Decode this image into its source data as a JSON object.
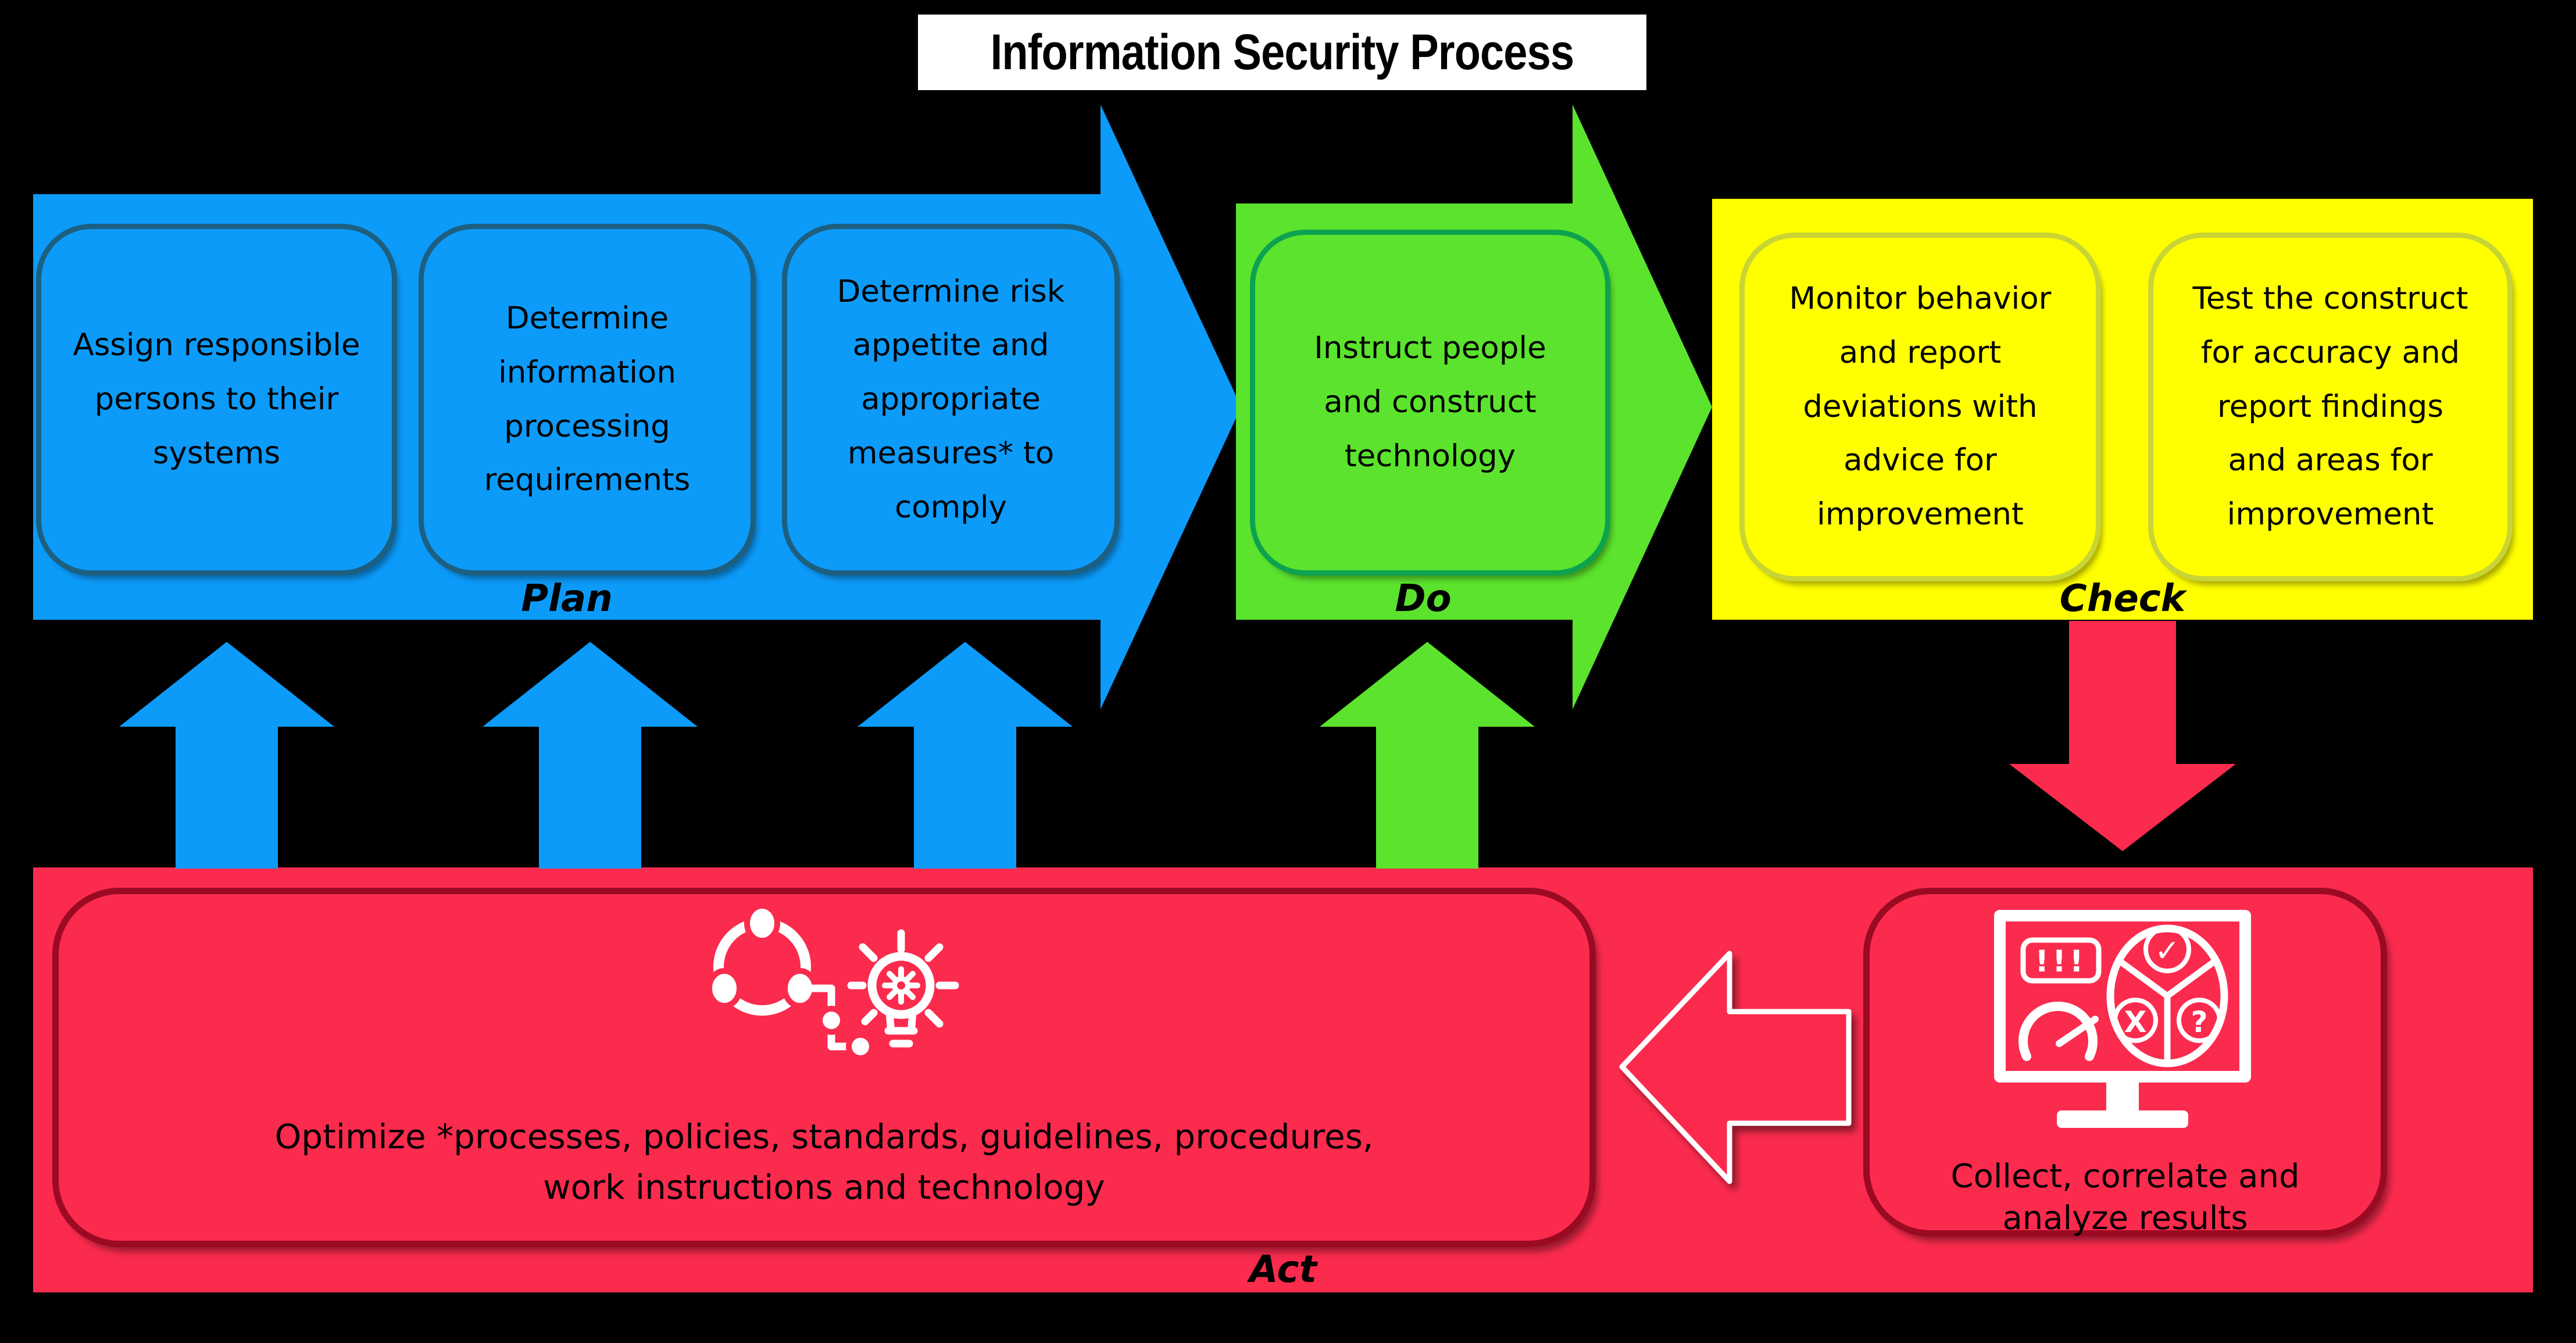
{
  "title": "Information Security Process",
  "colors": {
    "background": "#000000",
    "plan_fill": "#0d9bfa",
    "plan_border": "#1c5f80",
    "do_fill": "#5be32d",
    "do_border": "#0da250",
    "check_fill": "#ffff00",
    "check_border": "#c9d435",
    "act_fill": "#fb2b4e",
    "act_border": "#9b0a23",
    "title_bg": "#ffffff",
    "text": "#000000",
    "icon_stroke": "#ffffff"
  },
  "plan": {
    "label": "Plan",
    "boxes": [
      {
        "text": "Assign responsible\npersons to their\nsystems"
      },
      {
        "text": "Determine\ninformation\nprocessing\nrequirements"
      },
      {
        "text": "Determine risk\nappetite and\nappropriate\nmeasures* to\ncomply"
      }
    ]
  },
  "do": {
    "label": "Do",
    "boxes": [
      {
        "text": "Instruct people\nand construct\ntechnology"
      }
    ]
  },
  "check": {
    "label": "Check",
    "boxes": [
      {
        "text": "Monitor behavior\nand report\ndeviations with\nadvice for\nimprovement"
      },
      {
        "text": "Test the construct\nfor accuracy and\nreport findings\nand areas for\nimprovement"
      }
    ]
  },
  "act": {
    "label": "Act",
    "optimize_text": "Optimize *processes, policies, standards, guidelines, procedures,\nwork instructions and technology",
    "collect_text": "Collect, correlate and\nanalyze results"
  },
  "icons": {
    "optimize": "process-optimization-icon",
    "monitor": "dashboard-monitor-icon",
    "monitor_glyphs": {
      "alerts": "!!!",
      "check": "✓",
      "cross": "X",
      "question": "?"
    }
  }
}
